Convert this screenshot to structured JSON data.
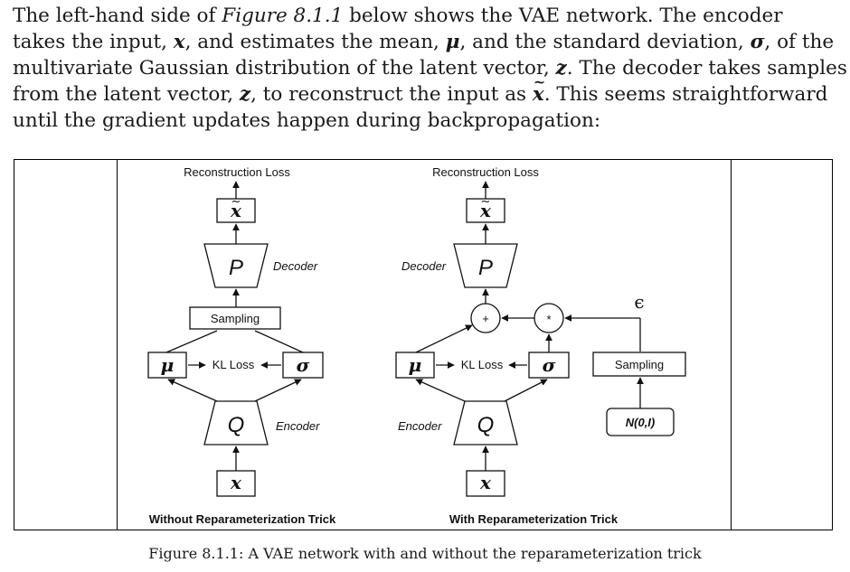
{
  "paragraph": {
    "l1a": "The left-hand side of ",
    "l1fig": "Figure 8.1.1",
    "l1b": " below shows the VAE network. The encoder",
    "l2a": "takes the input, ",
    "x": "x",
    "l2b": ", and estimates the mean, ",
    "mu": "μ",
    "l2c": ", and the standard deviation, ",
    "sigma": "σ",
    "l2d": ", of the",
    "l3a": "multivariate Gaussian distribution of the latent vector, ",
    "z": "z",
    "l3b": ". The decoder takes samples",
    "l4a": "from the latent vector, ",
    "l4b": ", to reconstruct the input as ",
    "l4c": ". This seems straightforward",
    "l5": "until the gradient updates happen during backpropagation:"
  },
  "figure": {
    "left": {
      "title": "Reconstruction Loss",
      "xtilde": "x",
      "decoder_symbol": "P",
      "decoder_label": "Decoder",
      "sampling": "Sampling",
      "mu": "μ",
      "kl": "KL Loss",
      "sigma": "σ",
      "encoder_symbol": "Q",
      "encoder_label": "Encoder",
      "input": "x",
      "caption": "Without Reparameterization Trick"
    },
    "right": {
      "title": "Reconstruction Loss",
      "xtilde": "x",
      "decoder_symbol": "P",
      "decoder_label": "Decoder",
      "plus": "+",
      "times": "*",
      "epsilon": "ϵ",
      "mu": "μ",
      "kl": "KL Loss",
      "sigma": "σ",
      "sampling": "Sampling",
      "normal": "N(0,I)",
      "encoder_symbol": "Q",
      "encoder_label": "Encoder",
      "input": "x",
      "caption": "With Reparameterization Trick"
    }
  },
  "caption": "Figure 8.1.1: A VAE network with and without the reparameterization trick"
}
